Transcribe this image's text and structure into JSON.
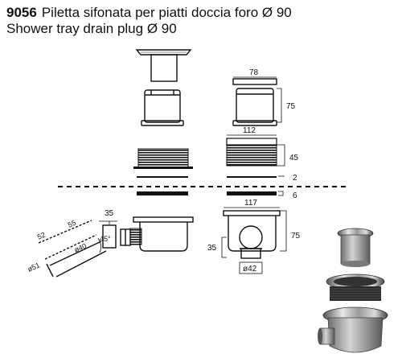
{
  "header": {
    "code": "9056",
    "title_it": "Piletta sifonata per piatti doccia foro Ø 90",
    "title_en": "Shower tray drain plug Ø 90"
  },
  "dimensions": {
    "cap_width": "78",
    "cap_height": "75",
    "grid_width": "112",
    "grid_height": "45",
    "gasket_thickness": "2",
    "tray_thickness": "6",
    "body_width": "117",
    "body_height": "75",
    "outlet_offset": "35",
    "outlet_diameter": "ø42",
    "pipe_55": "55",
    "pipe_52": "52",
    "pipe_35": "35",
    "pipe_d40": "ø40",
    "pipe_d51": "ø51",
    "pipe_angle": "45°"
  }
}
